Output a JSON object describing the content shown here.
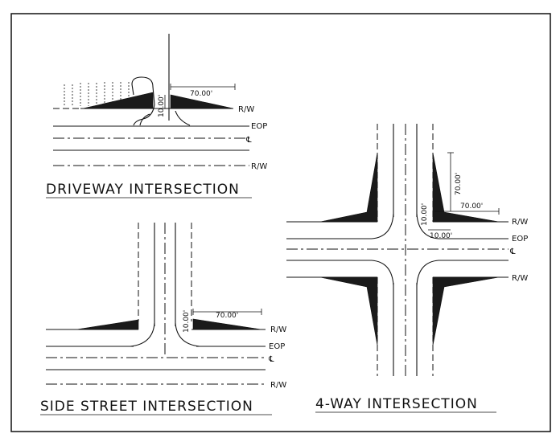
{
  "titles": {
    "driveway": "DRIVEWAY INTERSECTION",
    "side_street": "SIDE STREET INTERSECTION",
    "four_way": "4-WAY INTERSECTION"
  },
  "labels": {
    "rw": "R/W",
    "eop": "EOP",
    "cl": "℄"
  },
  "dimensions": {
    "length": "70.00'",
    "offset": "10.00'"
  }
}
